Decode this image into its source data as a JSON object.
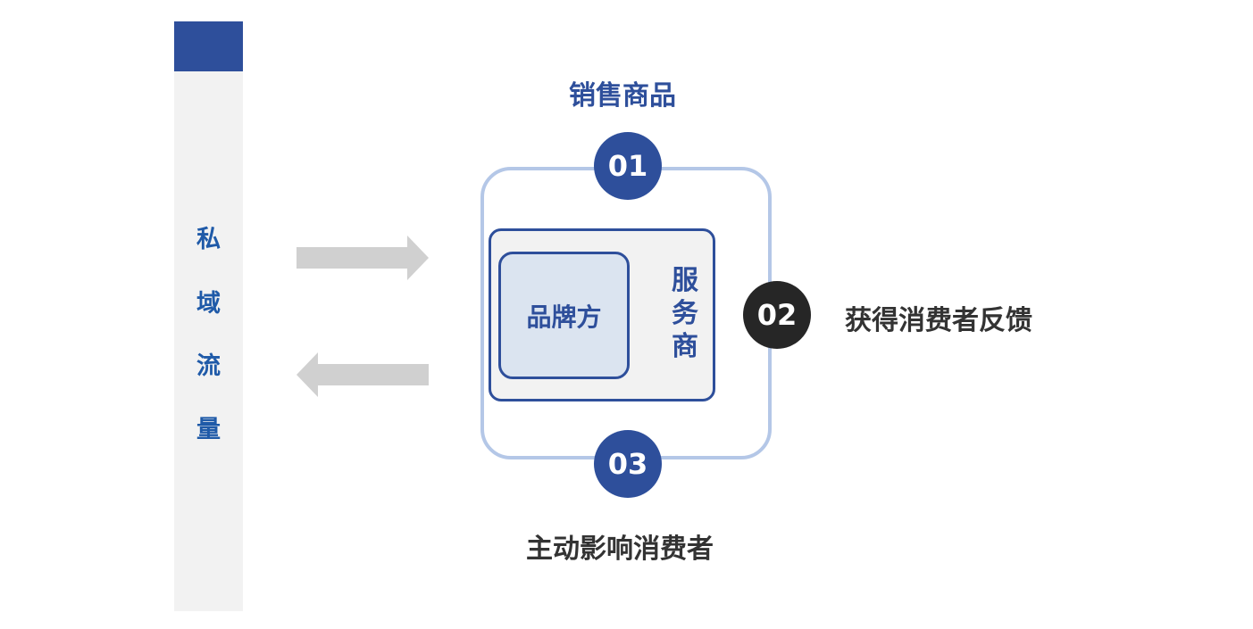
{
  "sidebar": {
    "chars": [
      "私",
      "域",
      "流",
      "量"
    ]
  },
  "steps": [
    {
      "number": "01",
      "label": "销售商品"
    },
    {
      "number": "02",
      "label": "获得消费者反馈"
    },
    {
      "number": "03",
      "label": "主动影响消费者"
    }
  ],
  "center": {
    "brand": "品牌方",
    "provider": "服务商"
  },
  "colors": {
    "primary_blue": "#2e4f9b",
    "frame_blue": "#b4c7e7",
    "dark_badge": "#262626",
    "text_dark": "#333333",
    "arrow_gray": "#d0d0d0"
  }
}
